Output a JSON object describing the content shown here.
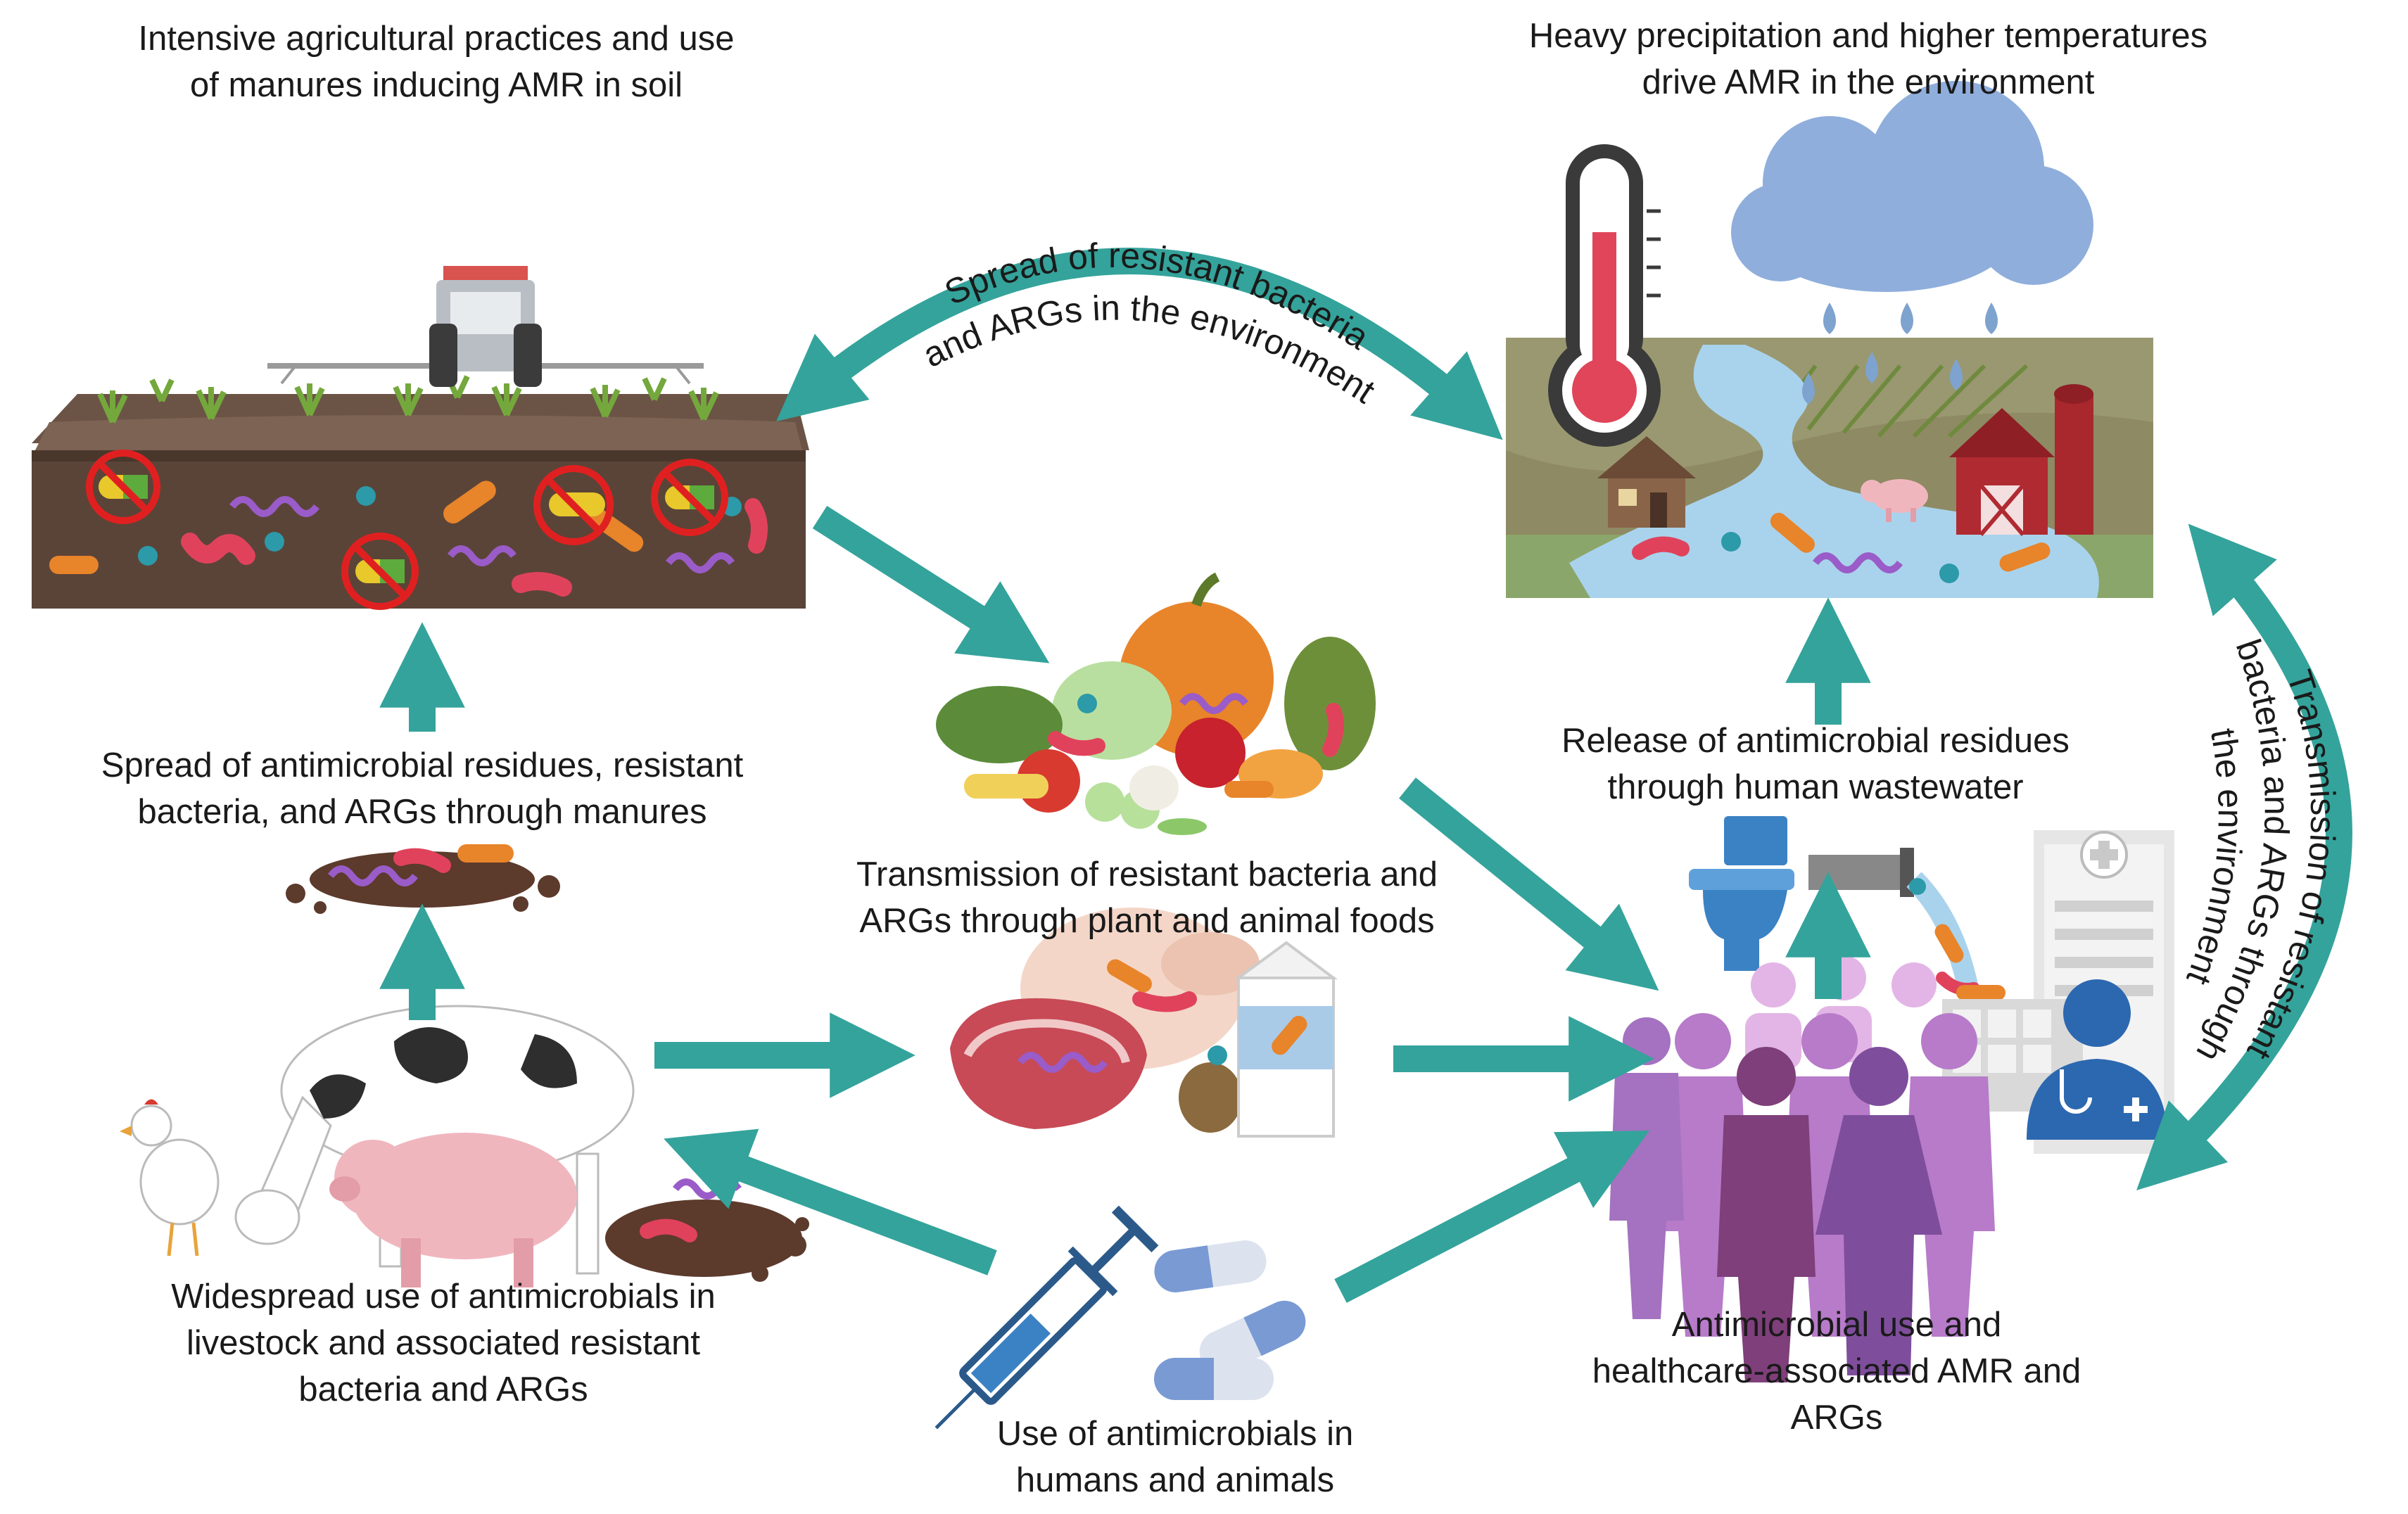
{
  "labels": {
    "soil_title": [
      "Intensive agricultural practices and use",
      "of manures inducing AMR in soil"
    ],
    "climate_title": [
      "Heavy precipitation and higher temperatures",
      "drive AMR in the environment"
    ],
    "manure_spread": [
      "Spread of antimicrobial residues, resistant",
      "bacteria, and ARGs through manures"
    ],
    "food_transmission": [
      "Transmission of resistant bacteria and",
      "ARGs through plant and animal foods"
    ],
    "wastewater": [
      "Release of antimicrobial residues",
      "through human wastewater"
    ],
    "livestock": [
      "Widespread use of antimicrobials in",
      "livestock and associated resistant",
      "bacteria and ARGs"
    ],
    "antimicrobial_use": [
      "Use of antimicrobials in",
      "humans and animals"
    ],
    "healthcare": [
      "Antimicrobial use and",
      "healthcare-associated AMR and",
      "ARGs"
    ]
  },
  "curved_labels": {
    "top_arc": [
      "Spread of resistant bacteria",
      "and ARGs in the environment"
    ],
    "right_arc": [
      "Transmission of resistant",
      "bacteria and ARGs through",
      "the environment"
    ]
  },
  "colors": {
    "arrow": "#34A39B",
    "soil": "#5A4438",
    "sky": "#8FAEDC",
    "water": "#A9D3EC",
    "people_purple": "#A472C0",
    "people_dark": "#7E3F7A"
  }
}
